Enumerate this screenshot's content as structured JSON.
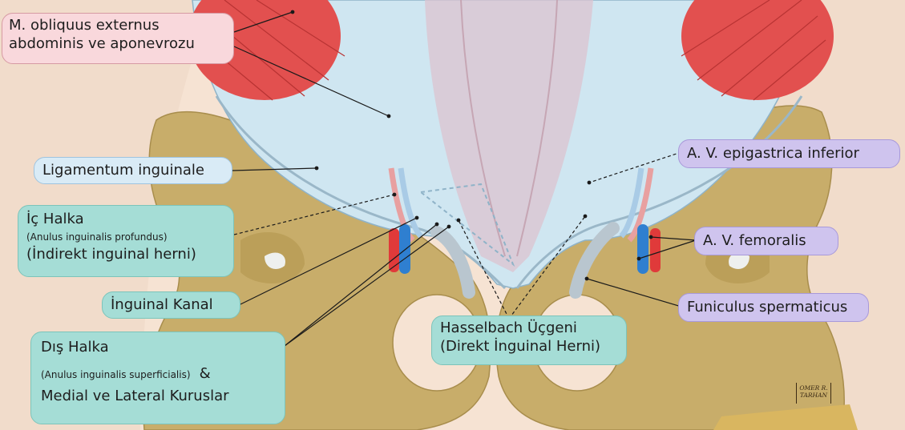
{
  "labels": {
    "obliquus": {
      "line1": "M. obliquus externus",
      "line2": "abdominis ve aponevrozu"
    },
    "ligamentum": "Ligamentum inguinale",
    "ic_halka": {
      "title": "İç Halka",
      "latin": "(Anulus inguinalis profundus)",
      "note": "(İndirekt inguinal herni)"
    },
    "inguinal_kanal": "İnguinal Kanal",
    "dis_halka": {
      "title": "Dış Halka",
      "latin": "(Anulus inguinalis superficialis)",
      "amp": "&",
      "note": "Medial ve Lateral Kuruslar"
    },
    "hasselbach": {
      "line1": "Hasselbach Üçgeni",
      "line2": "(Direkt İnguinal Herni)"
    },
    "epigastrica": "A. V. epigastrica inferior",
    "femoralis": "A. V. femoralis",
    "funiculus": "Funiculus spermaticus"
  },
  "signature": {
    "line1": "OMER R.",
    "line2": "TARHAN"
  },
  "colors": {
    "skin": "#f6e3d3",
    "bone": "#c8ad6a",
    "aponeurosis": "#cfe6f1",
    "muscle": "#e2504f",
    "artery": "#e03a3a",
    "vein": "#2f7fd0",
    "label_pink": "#f9d8dc",
    "label_blue": "#d9ebf6",
    "label_teal": "#a5ddd6",
    "label_purple": "#cfc4ee"
  }
}
